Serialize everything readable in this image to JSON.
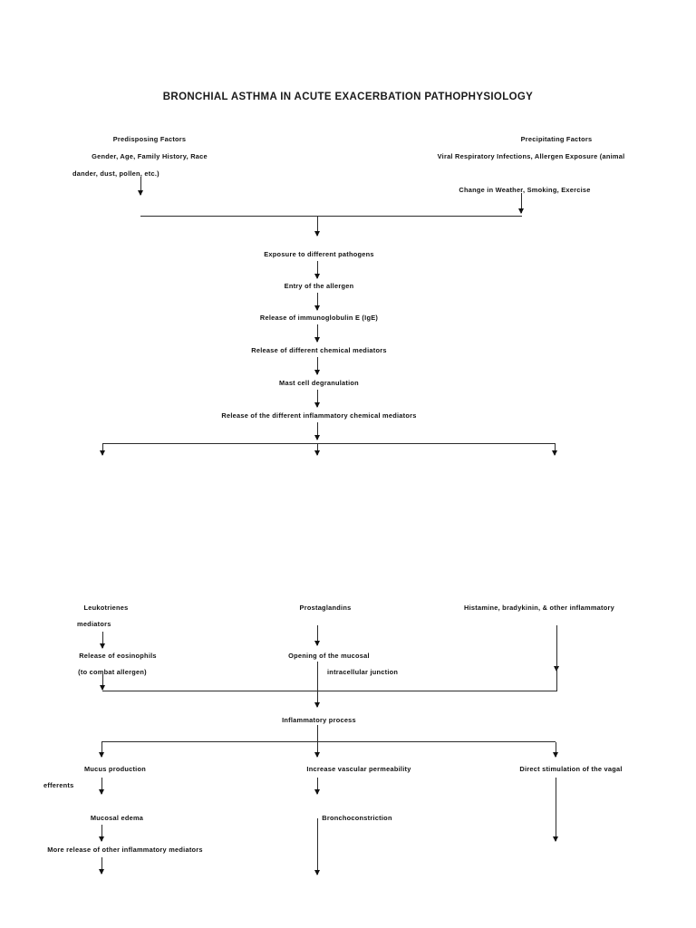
{
  "document": {
    "title": "BRONCHIAL ASTHMA IN ACUTE EXACERBATION PATHOPHYSIOLOGY"
  },
  "chart_data": {
    "type": "diagram",
    "diagram_kind": "flowchart",
    "title": "BRONCHIAL ASTHMA IN ACUTE EXACERBATION PATHOPHYSIOLOGY",
    "orientation": "top-to-bottom",
    "nodes": [
      {
        "id": "predisposing_heading",
        "label": "Predisposing Factors",
        "column": "left",
        "level": 0
      },
      {
        "id": "predisposing_detail",
        "label": "Gender, Age, Family History, Race",
        "column": "left",
        "level": 1
      },
      {
        "id": "predisposing_wrap",
        "label": "dander, dust, pollen, etc.)",
        "column": "left",
        "level": 2
      },
      {
        "id": "precipitating_heading",
        "label": "Precipitating Factors",
        "column": "right",
        "level": 0
      },
      {
        "id": "precipitating_detail",
        "label": "Viral Respiratory Infections, Allergen Exposure (animal",
        "column": "right",
        "level": 1
      },
      {
        "id": "precipitating_detail2",
        "label": "Change in Weather, Smoking, Exercise",
        "column": "right",
        "level": 2
      },
      {
        "id": "exposure",
        "label": "Exposure to different pathogens",
        "column": "center",
        "level": 3
      },
      {
        "id": "entry",
        "label": "Entry of the allergen",
        "column": "center",
        "level": 4
      },
      {
        "id": "ige",
        "label": "Release of immunoglobulin E (IgE)",
        "column": "center",
        "level": 5
      },
      {
        "id": "chemical_mediators",
        "label": "Release of different chemical mediators",
        "column": "center",
        "level": 6
      },
      {
        "id": "mast_cell",
        "label": "Mast cell degranulation",
        "column": "center",
        "level": 7
      },
      {
        "id": "inflammatory_mediators",
        "label": "Release of the different inflammatory chemical mediators",
        "column": "center",
        "level": 8
      },
      {
        "id": "leukotrienes",
        "label": "Leukotrienes",
        "column": "left",
        "level": 9
      },
      {
        "id": "prostaglandins",
        "label": "Prostaglandins",
        "column": "center",
        "level": 9
      },
      {
        "id": "histamine",
        "label": "Histamine, bradykinin, & other inflammatory",
        "column": "right",
        "level": 9
      },
      {
        "id": "mediators_wrap",
        "label": "mediators",
        "column": "left",
        "level": 10
      },
      {
        "id": "eosinophils",
        "label": "Release of eosinophils",
        "column": "left",
        "level": 11
      },
      {
        "id": "mucosal_opening",
        "label": "Opening of the mucosal",
        "column": "center",
        "level": 11
      },
      {
        "id": "combat_allergen",
        "label": "(to combat allergen)",
        "column": "left",
        "level": 12
      },
      {
        "id": "intracellular_junction",
        "label": "intracellular junction",
        "column": "center",
        "level": 12
      },
      {
        "id": "inflammatory_process",
        "label": "Inflammatory process",
        "column": "center",
        "level": 13
      },
      {
        "id": "mucus_production",
        "label": "Mucus production",
        "column": "left",
        "level": 14
      },
      {
        "id": "vascular_permeability",
        "label": "Increase vascular permeability",
        "column": "center",
        "level": 14
      },
      {
        "id": "vagal_stimulation",
        "label": "Direct stimulation of the vagal",
        "column": "right",
        "level": 14
      },
      {
        "id": "efferents_wrap",
        "label": "efferents",
        "column": "left",
        "level": 15
      },
      {
        "id": "mucosal_edema",
        "label": "Mucosal edema",
        "column": "left",
        "level": 16
      },
      {
        "id": "bronchoconstriction",
        "label": "Bronchoconstriction",
        "column": "center",
        "level": 16
      },
      {
        "id": "more_release",
        "label": "More release of other inflammatory mediators",
        "column": "left",
        "level": 17
      }
    ],
    "edges": [
      {
        "from": "predisposing_wrap",
        "to": "join_bar_top"
      },
      {
        "from": "precipitating_detail2",
        "to": "join_bar_top"
      },
      {
        "from": "join_bar_top",
        "to": "exposure"
      },
      {
        "from": "exposure",
        "to": "entry"
      },
      {
        "from": "entry",
        "to": "ige"
      },
      {
        "from": "ige",
        "to": "chemical_mediators"
      },
      {
        "from": "chemical_mediators",
        "to": "mast_cell"
      },
      {
        "from": "mast_cell",
        "to": "inflammatory_mediators"
      },
      {
        "from": "inflammatory_mediators",
        "to": "split_bar_mediators"
      },
      {
        "from": "split_bar_mediators",
        "to": "leukotrienes"
      },
      {
        "from": "split_bar_mediators",
        "to": "prostaglandins"
      },
      {
        "from": "split_bar_mediators",
        "to": "histamine"
      },
      {
        "from": "mediators_wrap",
        "to": "eosinophils"
      },
      {
        "from": "prostaglandins",
        "to": "mucosal_opening"
      },
      {
        "from": "eosinophils",
        "to": "join_bar_inflammatory"
      },
      {
        "from": "intracellular_junction",
        "to": "join_bar_inflammatory"
      },
      {
        "from": "histamine",
        "to": "join_bar_inflammatory"
      },
      {
        "from": "join_bar_inflammatory",
        "to": "inflammatory_process"
      },
      {
        "from": "inflammatory_process",
        "to": "split_bar_outcomes"
      },
      {
        "from": "split_bar_outcomes",
        "to": "mucus_production"
      },
      {
        "from": "split_bar_outcomes",
        "to": "vascular_permeability"
      },
      {
        "from": "split_bar_outcomes",
        "to": "vagal_stimulation"
      },
      {
        "from": "mucus_production",
        "to": "mucosal_edema"
      },
      {
        "from": "mucosal_edema",
        "to": "more_release"
      },
      {
        "from": "vascular_permeability",
        "to": "bronchoconstriction"
      }
    ]
  },
  "colors": {
    "text": "#111111",
    "line": "#2b2b2b",
    "background": "#ffffff"
  }
}
